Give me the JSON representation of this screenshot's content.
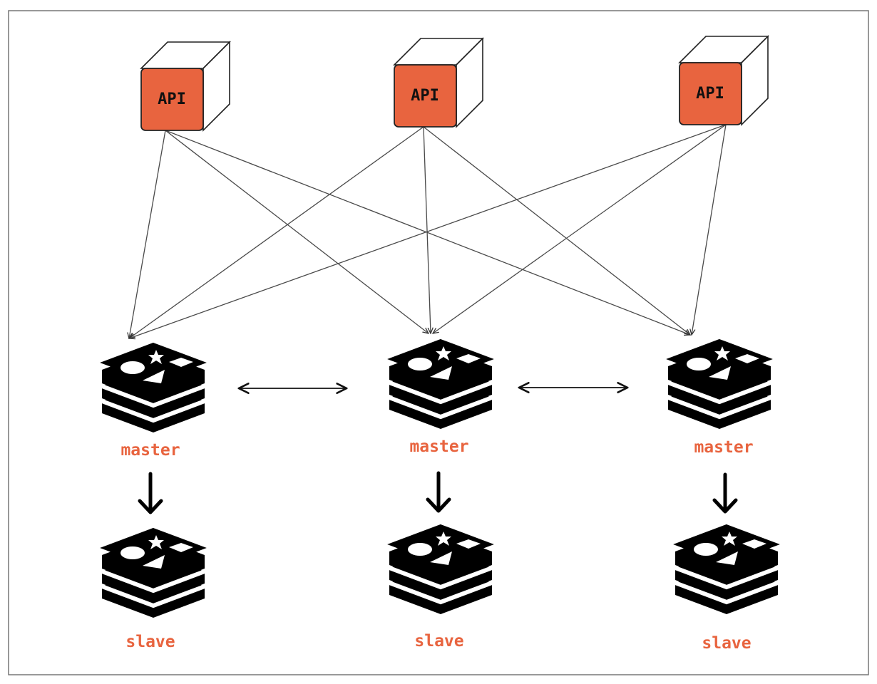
{
  "colors": {
    "api_fill": "#E8643F",
    "label": "#E8643F",
    "stroke": "#222222",
    "connector": "#4a4a4a",
    "redis_icon": "#000000",
    "background": "#ffffff"
  },
  "apis": [
    {
      "id": "api-1",
      "label": "API"
    },
    {
      "id": "api-2",
      "label": "API"
    },
    {
      "id": "api-3",
      "label": "API"
    }
  ],
  "masters": [
    {
      "id": "master-1",
      "label": "master",
      "icon": "redis-icon"
    },
    {
      "id": "master-2",
      "label": "master",
      "icon": "redis-icon"
    },
    {
      "id": "master-3",
      "label": "master",
      "icon": "redis-icon"
    }
  ],
  "slaves": [
    {
      "id": "slave-1",
      "label": "slave",
      "icon": "redis-icon"
    },
    {
      "id": "slave-2",
      "label": "slave",
      "icon": "redis-icon"
    },
    {
      "id": "slave-3",
      "label": "slave",
      "icon": "redis-icon"
    }
  ],
  "edges": {
    "api_to_master": "all-to-all",
    "master_to_master": [
      [
        "master-1",
        "master-2"
      ],
      [
        "master-2",
        "master-3"
      ]
    ],
    "master_to_slave": [
      [
        "master-1",
        "slave-1"
      ],
      [
        "master-2",
        "slave-2"
      ],
      [
        "master-3",
        "slave-3"
      ]
    ]
  }
}
